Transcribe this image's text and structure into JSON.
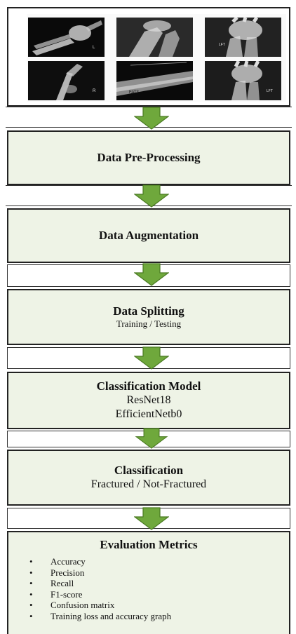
{
  "xray_panel": {
    "row_labels": [
      "",
      ""
    ],
    "image_captions": [
      "",
      "",
      "",
      "",
      "",
      ""
    ]
  },
  "stages": {
    "preprocessing": {
      "title": "Data Pre-Processing"
    },
    "augmentation": {
      "title": "Data Augmentation"
    },
    "splitting": {
      "title": "Data Splitting",
      "subtitle": "Training / Testing"
    },
    "model": {
      "title": "Classification Model",
      "line1": "ResNet18",
      "line2": "EfficientNetb0"
    },
    "classification": {
      "title": "Classification",
      "subtitle": "Fractured / Not-Fractured"
    },
    "evaluation": {
      "title": "Evaluation Metrics",
      "items": [
        "Accuracy",
        "Precision",
        "Recall",
        "F1-score",
        "Confusion matrix",
        "Training loss and accuracy graph"
      ]
    }
  },
  "colors": {
    "arrow_fill": "#6fa83c",
    "arrow_stroke": "#4a7a22",
    "stage_fill": "#eef3e6",
    "border": "#222222"
  }
}
